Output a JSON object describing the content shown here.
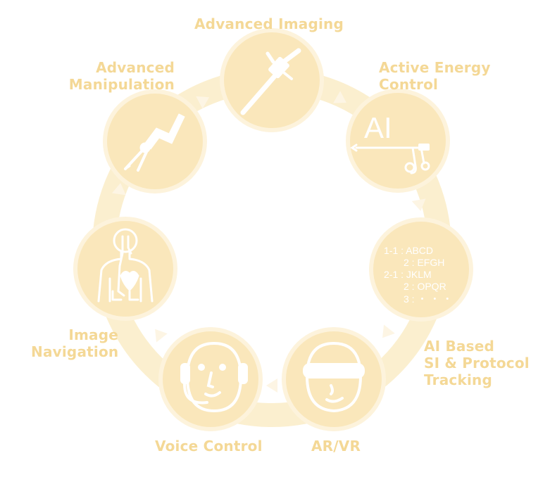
{
  "colors": {
    "ring": "#fbefcf",
    "circle_fill": "#fae7bb",
    "circle_outline": "#fdf3dc",
    "icon": "#ffffff",
    "arrow": "#fdf5e4",
    "label": "#f4d896"
  },
  "features": [
    {
      "label": "Advanced Imaging",
      "icon": "endoscope-icon"
    },
    {
      "label": "Active Energy\nControl",
      "icon": "ai-energy-device-icon",
      "icon_text": "AI"
    },
    {
      "label": "AI Based\nSI & Protocol\nTracking",
      "icon": "protocol-list-icon",
      "list_lines": [
        "1-1 : ABCD",
        "2 : EFGH",
        "2-1 : JKLM",
        "2 : OPQR",
        "3 :  ・ ・ ・"
      ]
    },
    {
      "label": "AR/VR",
      "icon": "vr-headset-icon"
    },
    {
      "label": "Voice Control",
      "icon": "headset-microphone-icon"
    },
    {
      "label": "Image\nNavigation",
      "icon": "body-navigation-icon"
    },
    {
      "label": "Advanced\nManipulation",
      "icon": "robotic-arm-icon"
    }
  ]
}
